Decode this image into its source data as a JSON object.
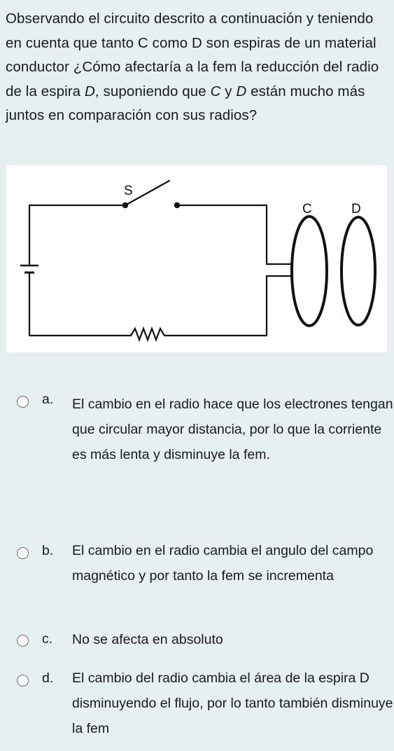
{
  "question": {
    "part1": "Observando el circuito descrito a continuación y teniendo en cuenta que tanto C como D son espiras de un material conductor ¿Cómo afectaría a la fem la reducción del radio de la espira ",
    "part2": "D",
    "part3": ", suponiendo que ",
    "part4": "C",
    "part5": " y ",
    "part6": "D",
    "part7": " están mucho más juntos en comparación con sus radios?"
  },
  "figure": {
    "switch_label": "S",
    "loop_c_label": "C",
    "loop_d_label": "D"
  },
  "options": [
    {
      "letter": "a.",
      "text": "El cambio en el radio hace que los electrones tengan que circular mayor distancia, por lo que la corriente es más lenta y disminuye la fem."
    },
    {
      "letter": "b.",
      "text": "El cambio en el radio cambia el angulo del campo magnético y por tanto la fem se incrementa"
    },
    {
      "letter": "c.",
      "text": "No se afecta en absoluto"
    },
    {
      "letter": "d.",
      "text": "El cambio del radio cambia el área de la espira D disminuyendo el flujo, por lo tanto también disminuye la fem"
    }
  ]
}
